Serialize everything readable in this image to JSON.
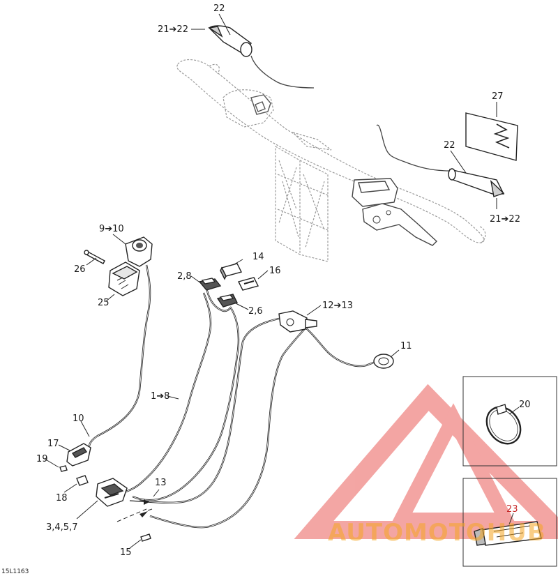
{
  "diagram": {
    "drawing_code": "15L1163",
    "labels": [
      {
        "id": "l22a",
        "text": "22"
      },
      {
        "id": "l2122a",
        "text": "21➔22"
      },
      {
        "id": "l27",
        "text": "27"
      },
      {
        "id": "l22b",
        "text": "22"
      },
      {
        "id": "l2122b",
        "text": "21➔22"
      },
      {
        "id": "l910",
        "text": "9➔10"
      },
      {
        "id": "l26",
        "text": "26"
      },
      {
        "id": "l25",
        "text": "25"
      },
      {
        "id": "l14",
        "text": "14"
      },
      {
        "id": "l28",
        "text": "2,8"
      },
      {
        "id": "l16",
        "text": "16"
      },
      {
        "id": "l26b",
        "text": "2,6"
      },
      {
        "id": "l1213",
        "text": "12➔13"
      },
      {
        "id": "l11",
        "text": "11"
      },
      {
        "id": "l18a",
        "text": "1➔8"
      },
      {
        "id": "l10",
        "text": "10"
      },
      {
        "id": "l17",
        "text": "17"
      },
      {
        "id": "l19",
        "text": "19"
      },
      {
        "id": "l13",
        "text": "13"
      },
      {
        "id": "l18",
        "text": "18"
      },
      {
        "id": "l3457",
        "text": "3,4,5,7"
      },
      {
        "id": "l15",
        "text": "15"
      },
      {
        "id": "l20",
        "text": "20"
      },
      {
        "id": "l23",
        "text": "23"
      }
    ],
    "watermark": "AUTOMOTOHUB",
    "colors": {
      "ink": "#1a1a1a",
      "label_highlight": "#c62828",
      "watermark_red": "#e53935",
      "watermark_orange": "#f5a623"
    }
  }
}
